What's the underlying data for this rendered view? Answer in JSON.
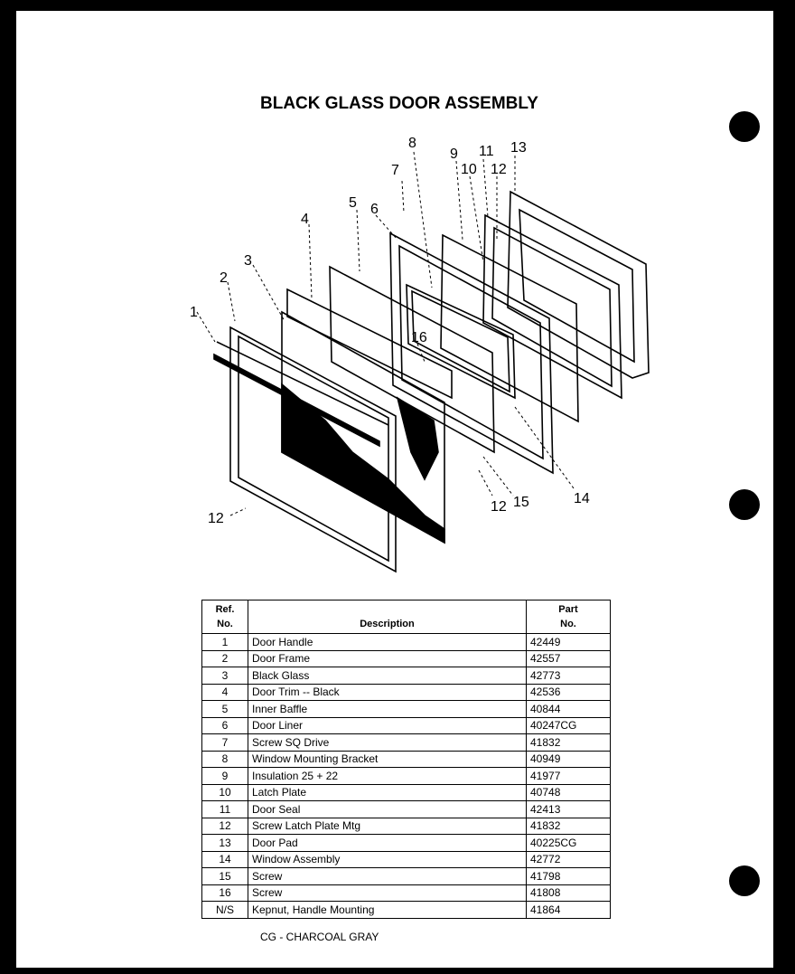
{
  "title": "BLACK GLASS DOOR ASSEMBLY",
  "callouts": [
    "1",
    "2",
    "3",
    "4",
    "5",
    "6",
    "7",
    "8",
    "9",
    "10",
    "11",
    "12",
    "13",
    "16",
    "12",
    "15",
    "14",
    "12"
  ],
  "table": {
    "headers": {
      "ref": "Ref.\nNo.",
      "description": "Description",
      "part": "Part\nNo."
    },
    "rows": [
      {
        "ref": "1",
        "description": "Door Handle",
        "part": "42449"
      },
      {
        "ref": "2",
        "description": "Door Frame",
        "part": "42557"
      },
      {
        "ref": "3",
        "description": "Black Glass",
        "part": "42773"
      },
      {
        "ref": "4",
        "description": "Door Trim -- Black",
        "part": "42536"
      },
      {
        "ref": "5",
        "description": "Inner Baffle",
        "part": "40844"
      },
      {
        "ref": "6",
        "description": "Door Liner",
        "part": "40247CG"
      },
      {
        "ref": "7",
        "description": "Screw SQ Drive",
        "part": "41832"
      },
      {
        "ref": "8",
        "description": "Window Mounting Bracket",
        "part": "40949"
      },
      {
        "ref": "9",
        "description": "Insulation 25 + 22",
        "part": "41977"
      },
      {
        "ref": "10",
        "description": "Latch Plate",
        "part": "40748"
      },
      {
        "ref": "11",
        "description": "Door Seal",
        "part": "42413"
      },
      {
        "ref": "12",
        "description": "Screw Latch Plate Mtg",
        "part": "41832"
      },
      {
        "ref": "13",
        "description": "Door Pad",
        "part": "40225CG"
      },
      {
        "ref": "14",
        "description": "Window Assembly",
        "part": "42772"
      },
      {
        "ref": "15",
        "description": "Screw",
        "part": "41798"
      },
      {
        "ref": "16",
        "description": "Screw",
        "part": "41808"
      },
      {
        "ref": "N/S",
        "description": "Kepnut, Handle Mounting",
        "part": "41864"
      }
    ]
  },
  "footnote": "CG - CHARCOAL GRAY"
}
